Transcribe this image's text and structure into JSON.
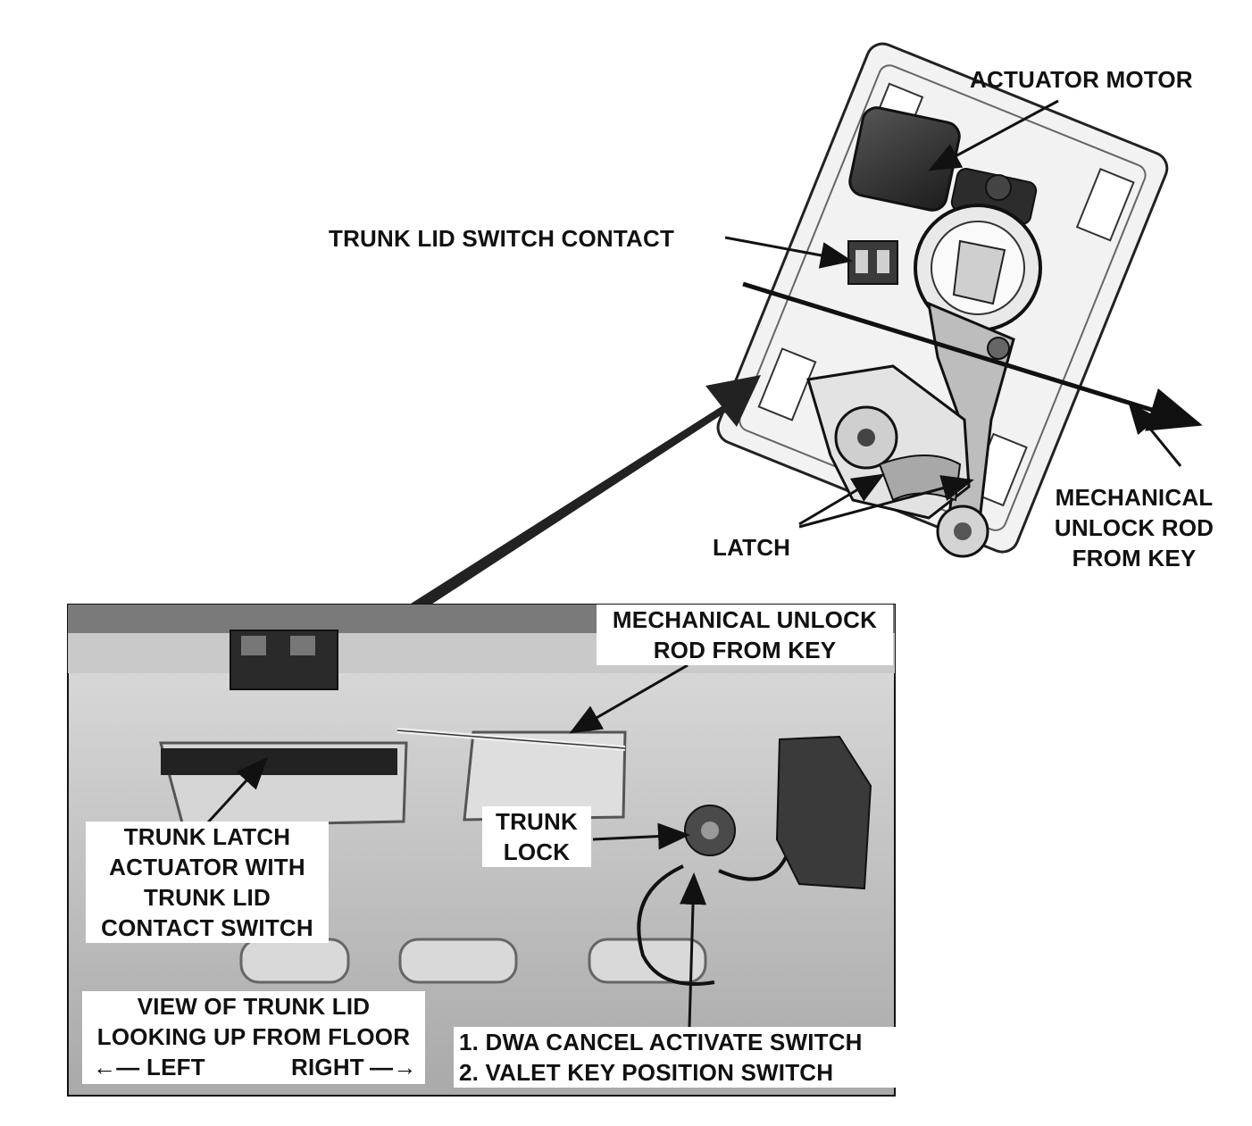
{
  "labels": {
    "actuator_motor": "ACTUATOR MOTOR",
    "trunk_lid_switch_contact": "TRUNK LID SWITCH CONTACT",
    "latch": "LATCH",
    "mech_unlock_top": [
      "MECHANICAL",
      "UNLOCK ROD",
      "FROM KEY"
    ],
    "mech_unlock_photo": [
      "MECHANICAL UNLOCK",
      "ROD FROM KEY"
    ],
    "trunk_lock": [
      "TRUNK",
      "LOCK"
    ],
    "actuator_with_switch": [
      "TRUNK LATCH",
      "ACTUATOR WITH",
      "TRUNK LID",
      "CONTACT SWITCH"
    ],
    "view": [
      "VIEW OF TRUNK LID",
      "LOOKING UP FROM FLOOR"
    ],
    "direction_left": "LEFT",
    "direction_right": "RIGHT",
    "switches": [
      "1. DWA CANCEL ACTIVATE SWITCH",
      "2. VALET KEY POSITION SWITCH"
    ]
  },
  "colors": {
    "ink": "#111111",
    "photo_bg": "#b9b9b9",
    "photo_dark": "#3a3a3a",
    "part_light": "#e6e6e6"
  }
}
